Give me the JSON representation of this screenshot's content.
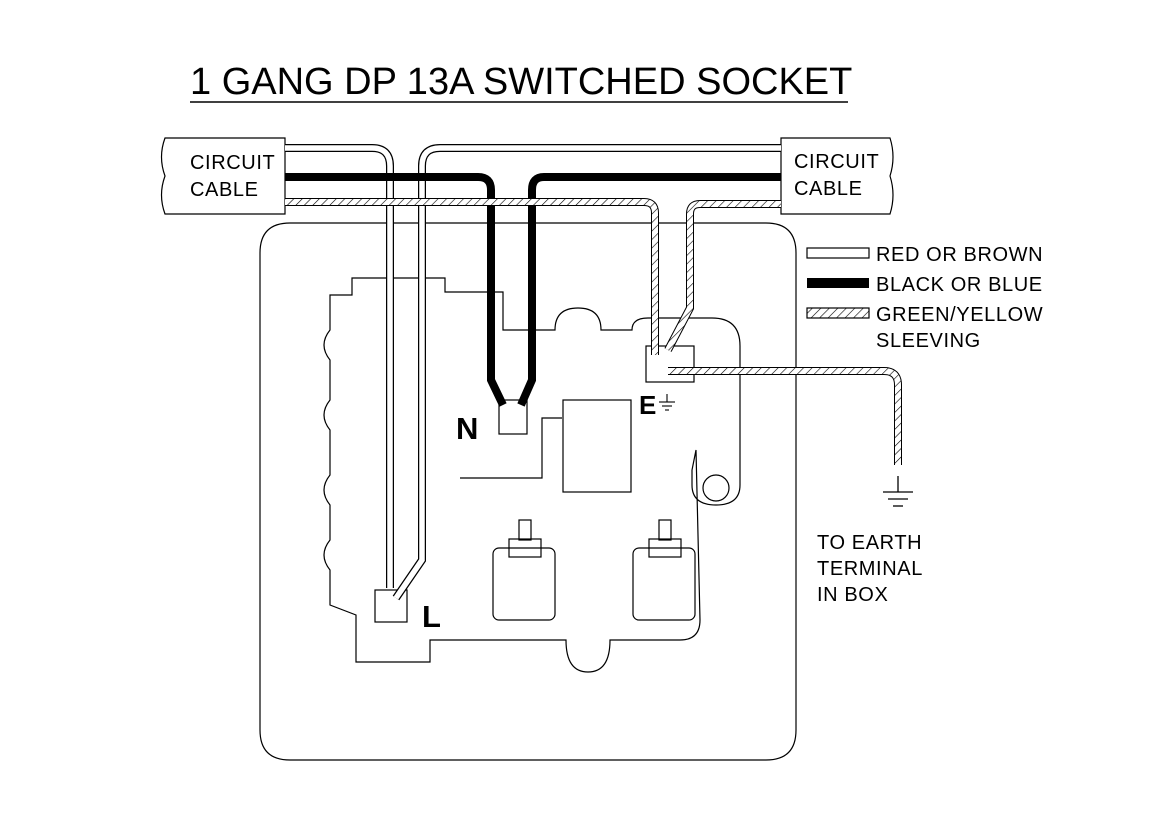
{
  "title": "1 GANG DP 13A SWITCHED SOCKET",
  "cable_left": {
    "line1": "CIRCUIT",
    "line2": "CABLE"
  },
  "cable_right": {
    "line1": "CIRCUIT",
    "line2": "CABLE"
  },
  "legend": [
    {
      "style": "solid-outline",
      "label": "RED OR BROWN"
    },
    {
      "style": "solid-black",
      "label": "BLACK OR BLUE"
    },
    {
      "style": "hatched",
      "label": "GREEN/YELLOW",
      "label2": "SLEEVING"
    }
  ],
  "terminals": {
    "neutral": "N",
    "live": "L",
    "earth": "E"
  },
  "earth_note": {
    "line1": "TO EARTH",
    "line2": "TERMINAL",
    "line3": "IN BOX"
  },
  "colors": {
    "line": "#000000",
    "background": "#ffffff"
  }
}
